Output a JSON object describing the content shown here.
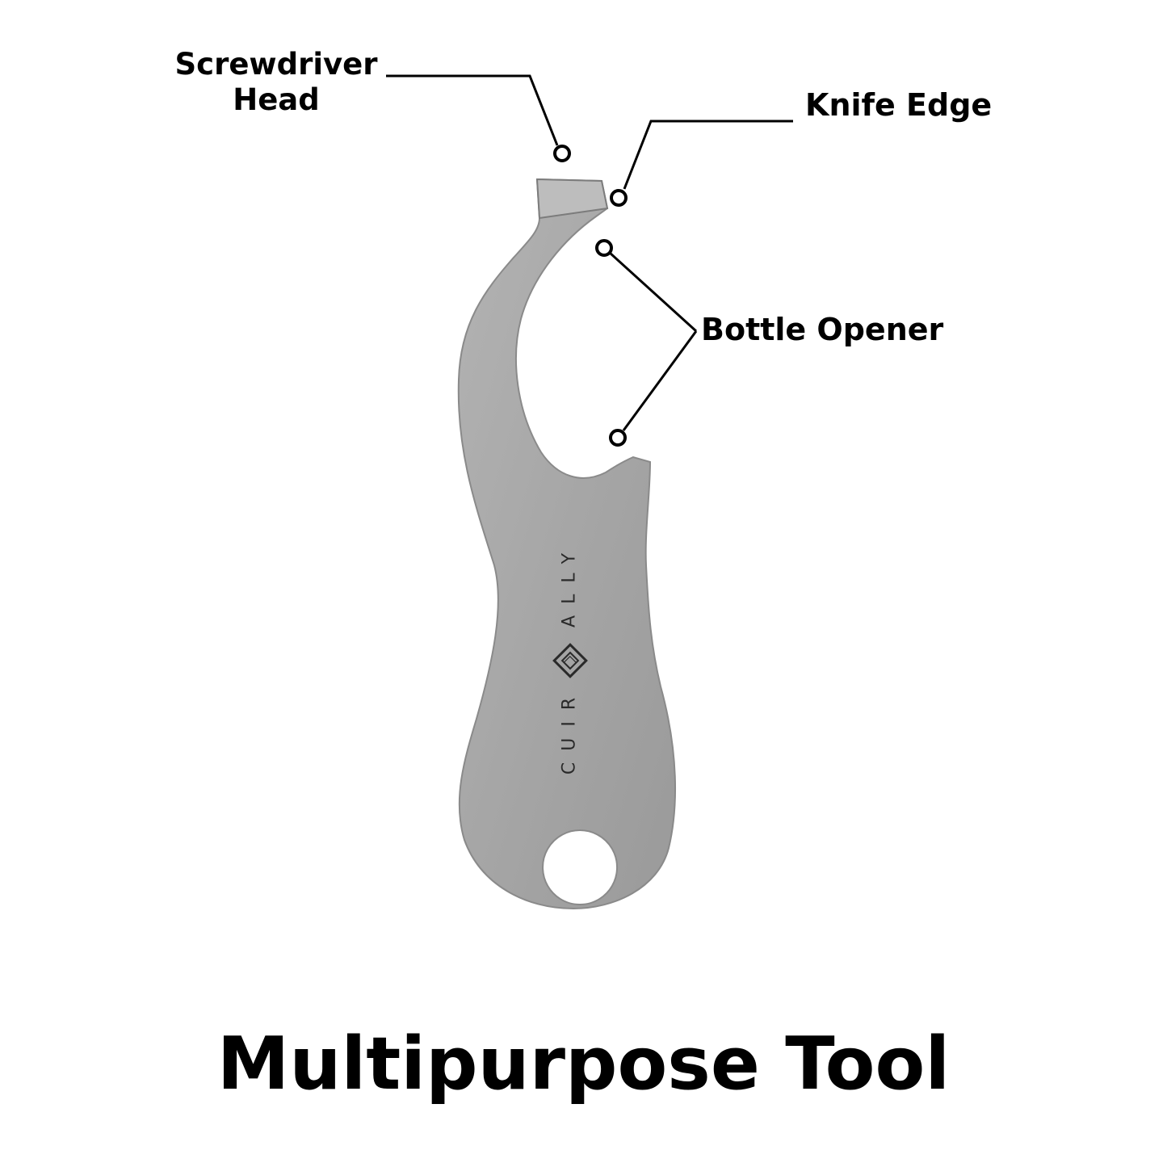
{
  "title": "Multipurpose Tool",
  "callouts": {
    "screwdriver": {
      "line1": "Screwdriver",
      "line2": "Head"
    },
    "knife": {
      "label": "Knife Edge"
    },
    "bottle": {
      "label": "Bottle Opener"
    }
  },
  "brand": {
    "text": "CUIR ◇ ALLY"
  },
  "colors": {
    "tool_fill": "#a9a9a9",
    "tool_shadow": "#8f8f8f",
    "line": "#000000",
    "text": "#000000"
  }
}
